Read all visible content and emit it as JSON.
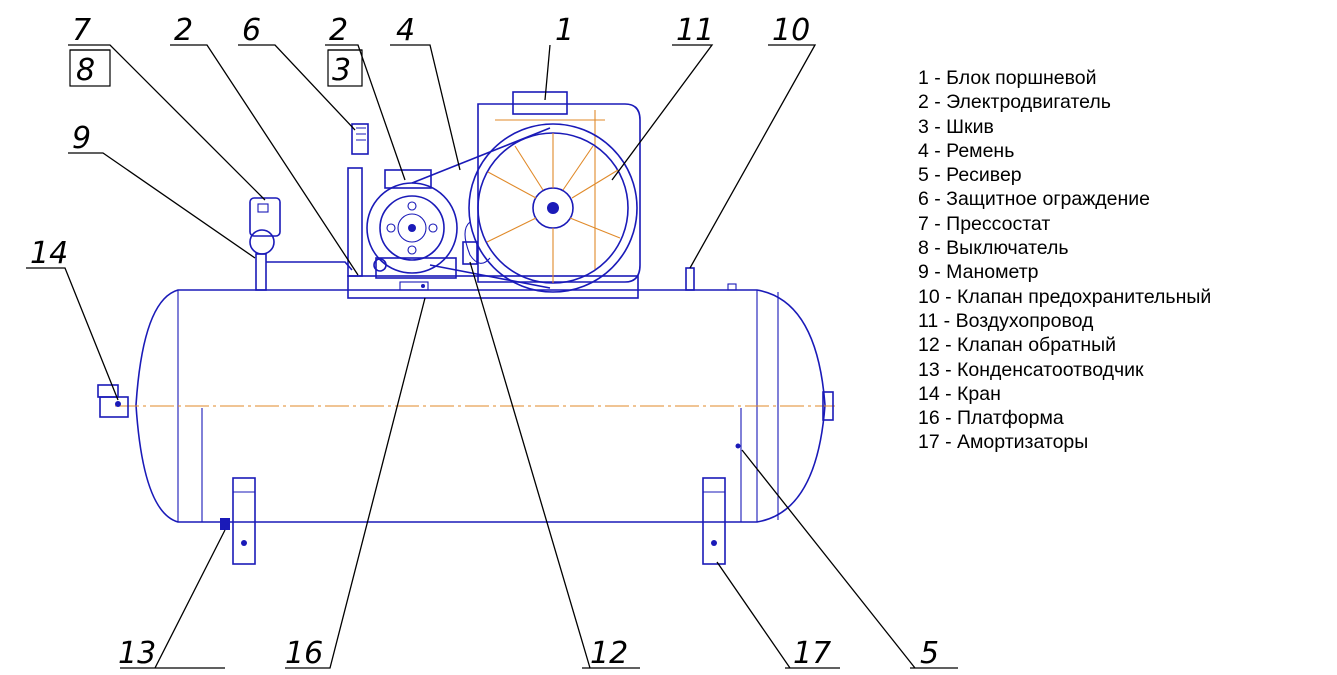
{
  "callouts": {
    "c7": "7",
    "c8": "8",
    "c2a": "2",
    "c6": "6",
    "c2b": "2",
    "c3": "3",
    "c4": "4",
    "c1": "1",
    "c11": "11",
    "c10": "10",
    "c9": "9",
    "c14": "14",
    "c13": "13",
    "c16": "16",
    "c12": "12",
    "c17": "17",
    "c5": "5"
  },
  "legend": [
    "1 - Блок поршневой",
    "2 - Электродвигатель",
    "3 - Шкив",
    "4 - Ремень",
    "5 - Ресивер",
    "6 - Защитное ограждение",
    "7 - Прессостат",
    "8 - Выключатель",
    "9 - Манометр",
    "10 - Клапан предохранительный",
    "11 - Воздухопровод",
    "12 - Клапан обратный",
    "13 - Конденсатоотводчик",
    "14 - Кран",
    "16 - Платформа",
    "17 - Амортизаторы"
  ]
}
